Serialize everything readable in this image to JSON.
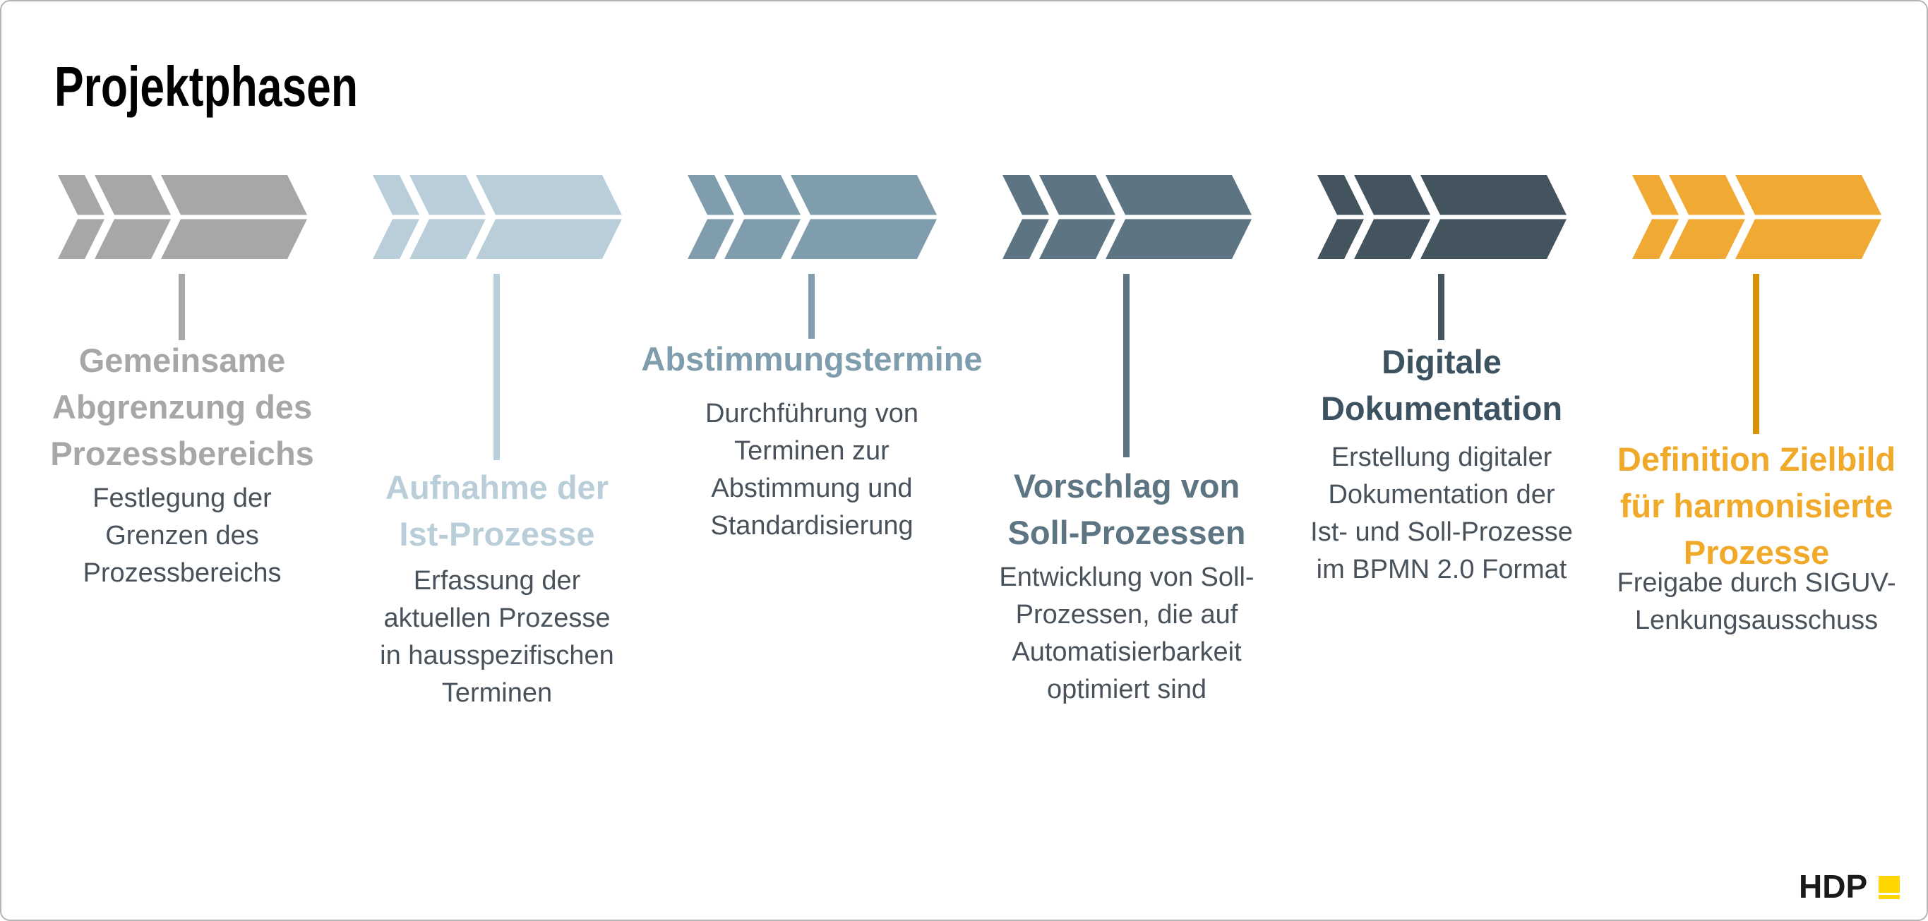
{
  "slide": {
    "title": "Projektphasen"
  },
  "phases": [
    {
      "title": [
        "Gemeinsame",
        "Abgrenzung des",
        "Prozessbereichs"
      ],
      "description": [
        "Festlegung der",
        "Grenzen des",
        "Prozessbereichs"
      ],
      "arrow_color": "#A7A7A7",
      "connector_color": "#A7A7A7",
      "title_color": "#A7A7A7"
    },
    {
      "title": [
        "Aufnahme der",
        "Ist-Prozesse"
      ],
      "description": [
        "Erfassung der",
        "aktuellen Prozesse",
        "in hausspezifischen",
        "Terminen"
      ],
      "arrow_color": "#B9CED8",
      "connector_color": "#B9CED8",
      "title_color": "#B9CED8"
    },
    {
      "title": [
        "Abstimmungstermine"
      ],
      "description": [
        "Durchführung von",
        "Terminen zur",
        "Abstimmung und",
        "Standardisierung"
      ],
      "arrow_color": "#7F9DAC",
      "connector_color": "#7F9DAC",
      "title_color": "#7F9DAC"
    },
    {
      "title": [
        "Vorschlag von",
        "Soll-Prozessen"
      ],
      "description": [
        "Entwicklung von Soll-",
        "Prozessen, die auf",
        "Automatisierbarkeit",
        "optimiert sind"
      ],
      "arrow_color": "#5D7583",
      "connector_color": "#5D7583",
      "title_color": "#5D7583"
    },
    {
      "title": [
        "Digitale",
        "Dokumentation"
      ],
      "description": [
        "Erstellung digitaler",
        "Dokumentation der",
        "Ist- und Soll-Prozesse",
        "im BPMN 2.0 Format"
      ],
      "arrow_color": "#44545F",
      "connector_color": "#44545F",
      "title_color": "#3D5260"
    },
    {
      "title": [
        "Definition Zielbild",
        "für harmonisierte",
        "Prozesse"
      ],
      "description": [
        "Freigabe durch SIGUV-",
        "Lenkungsausschuss"
      ],
      "arrow_color": "#F0AA33",
      "connector_color": "#D89200",
      "title_color": "#F0A929"
    }
  ],
  "footer": {
    "logo_text": "HDP",
    "logo_mark_color": "#FFD500"
  }
}
